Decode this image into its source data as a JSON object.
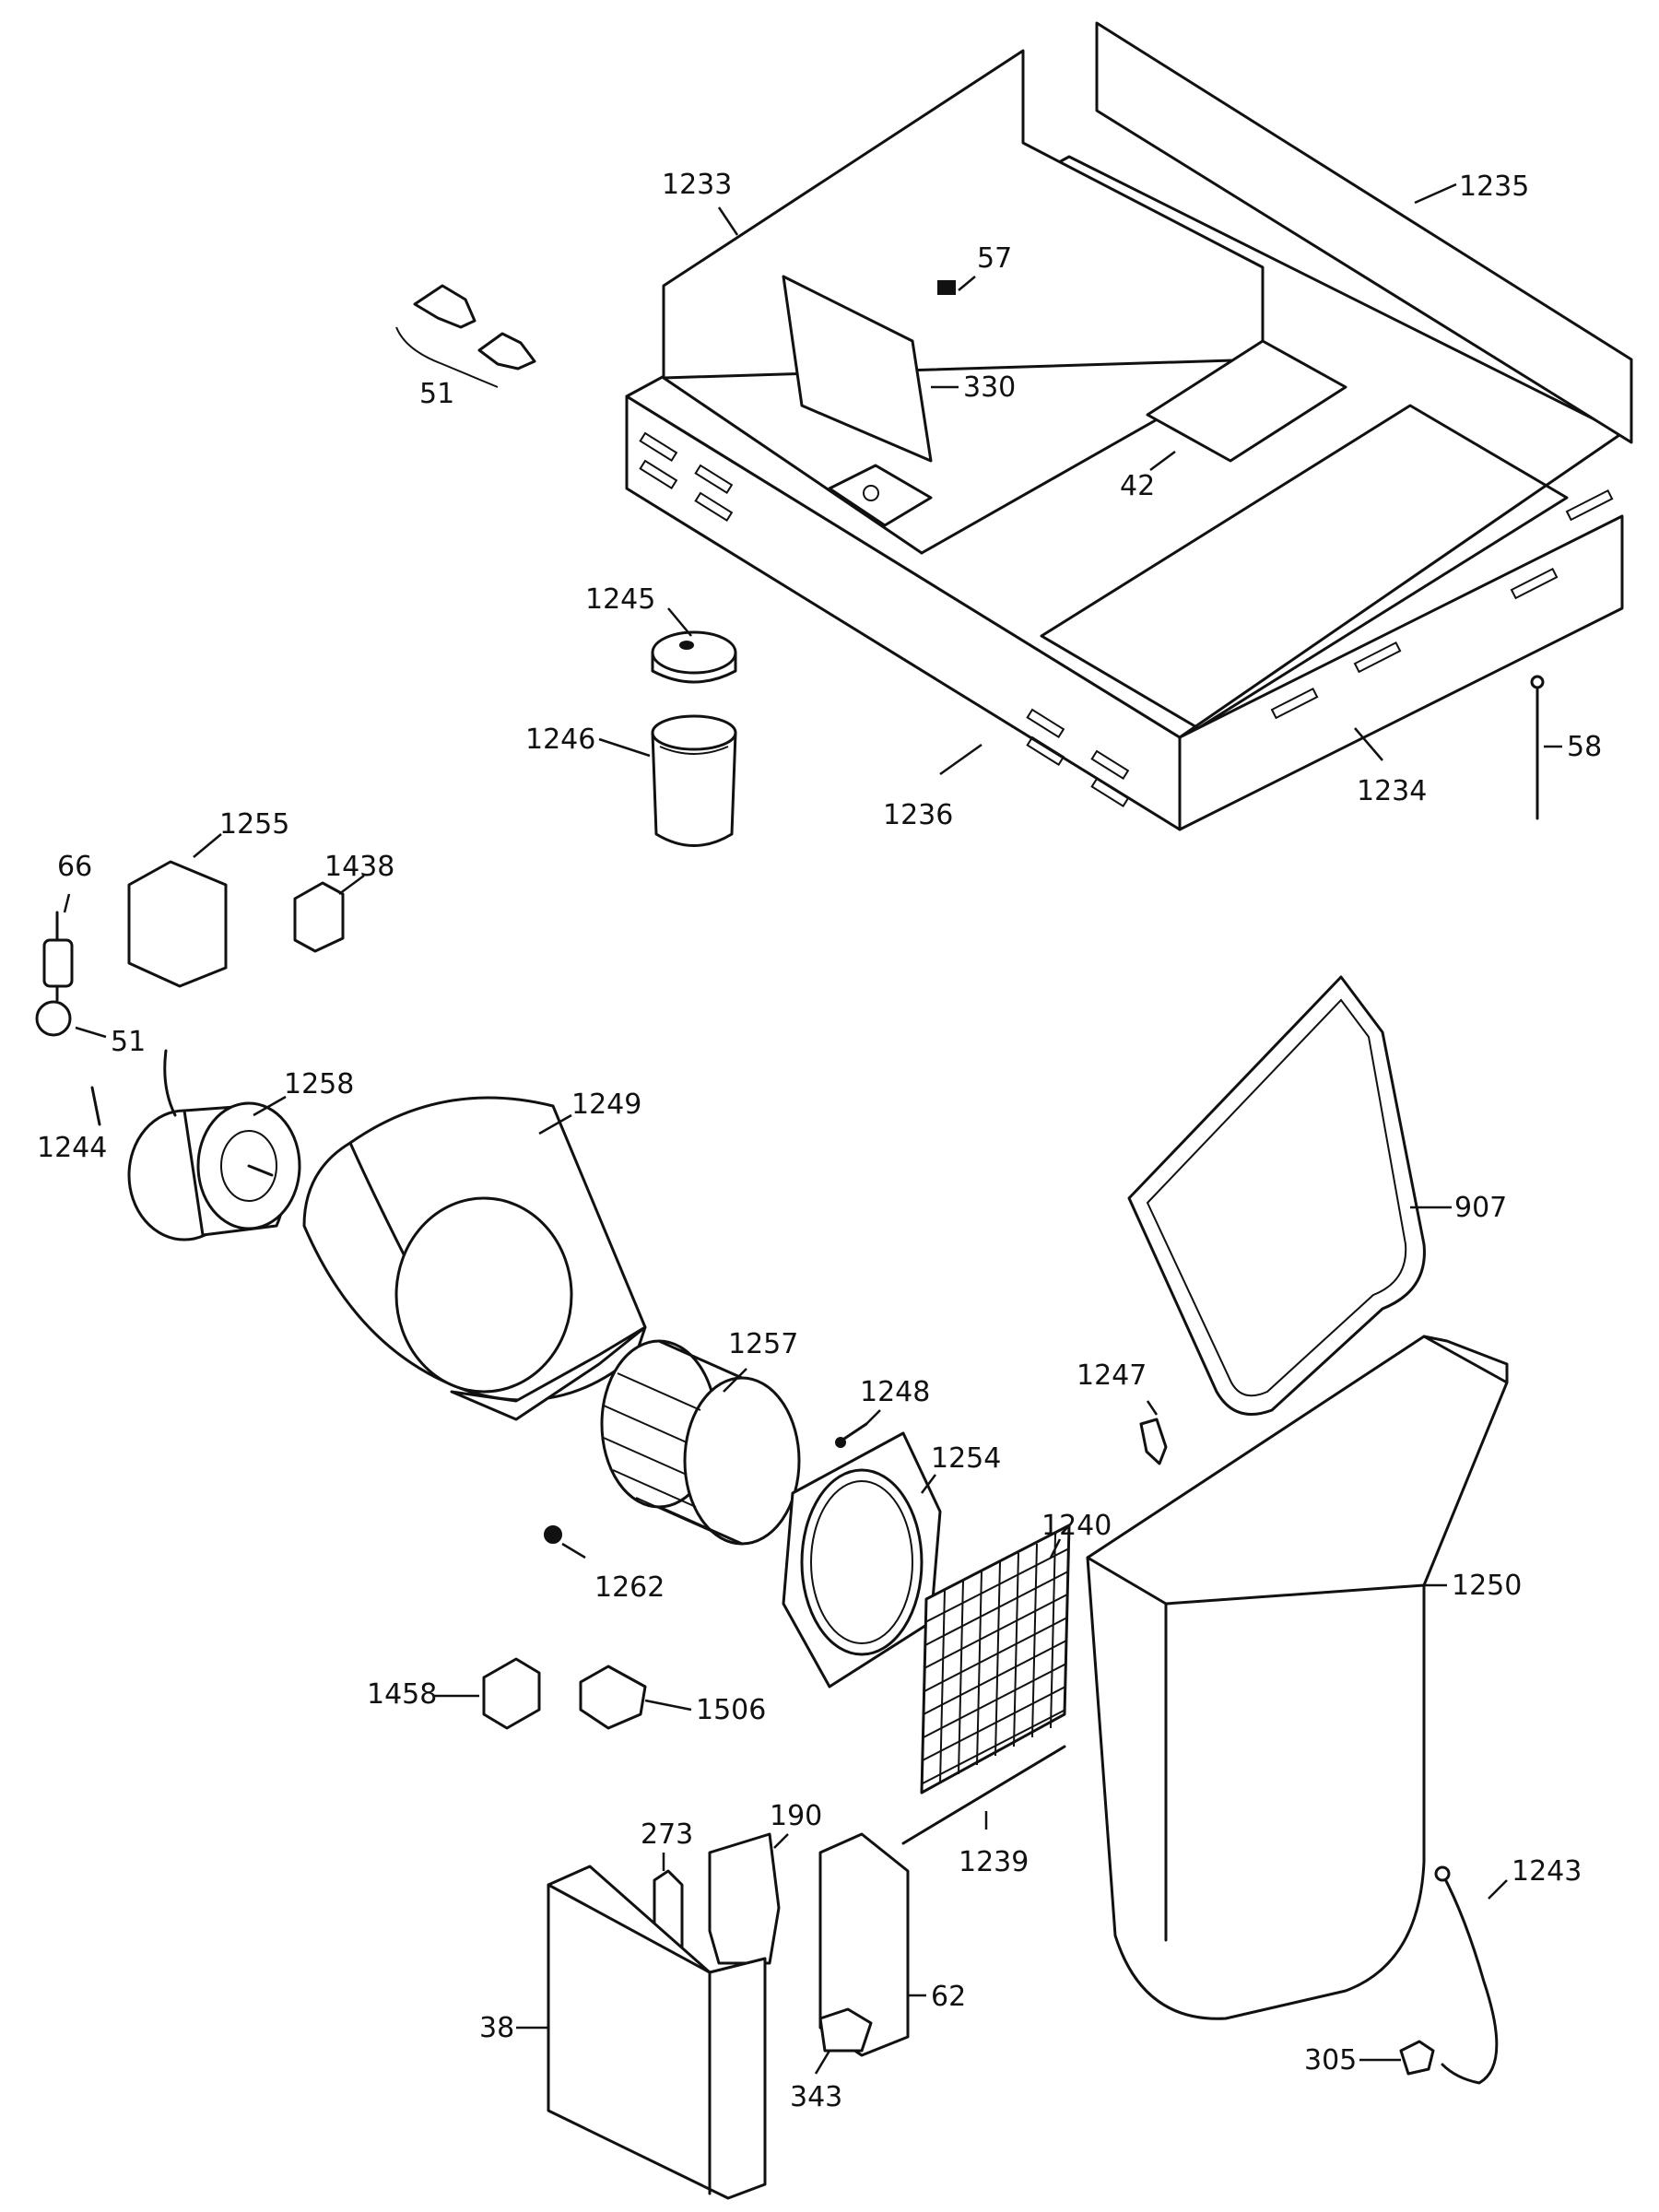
{
  "callouts": [
    {
      "id": "1233",
      "label": "1233"
    },
    {
      "id": "1235",
      "label": "1235"
    },
    {
      "id": "57",
      "label": "57"
    },
    {
      "id": "51-top",
      "label": "51"
    },
    {
      "id": "330",
      "label": "330"
    },
    {
      "id": "42",
      "label": "42"
    },
    {
      "id": "1245",
      "label": "1245"
    },
    {
      "id": "1246",
      "label": "1246"
    },
    {
      "id": "1236",
      "label": "1236"
    },
    {
      "id": "1234",
      "label": "1234"
    },
    {
      "id": "58",
      "label": "58"
    },
    {
      "id": "1255",
      "label": "1255"
    },
    {
      "id": "1438",
      "label": "1438"
    },
    {
      "id": "66",
      "label": "66"
    },
    {
      "id": "51-left",
      "label": "51"
    },
    {
      "id": "1258",
      "label": "1258"
    },
    {
      "id": "1244",
      "label": "1244"
    },
    {
      "id": "1249",
      "label": "1249"
    },
    {
      "id": "907",
      "label": "907"
    },
    {
      "id": "1257",
      "label": "1257"
    },
    {
      "id": "1248",
      "label": "1248"
    },
    {
      "id": "1247",
      "label": "1247"
    },
    {
      "id": "1254",
      "label": "1254"
    },
    {
      "id": "1240",
      "label": "1240"
    },
    {
      "id": "1250",
      "label": "1250"
    },
    {
      "id": "1262",
      "label": "1262"
    },
    {
      "id": "1458",
      "label": "1458"
    },
    {
      "id": "1506",
      "label": "1506"
    },
    {
      "id": "273",
      "label": "273"
    },
    {
      "id": "190",
      "label": "190"
    },
    {
      "id": "1239",
      "label": "1239"
    },
    {
      "id": "1243",
      "label": "1243"
    },
    {
      "id": "62",
      "label": "62"
    },
    {
      "id": "38",
      "label": "38"
    },
    {
      "id": "343",
      "label": "343"
    },
    {
      "id": "305",
      "label": "305"
    }
  ]
}
